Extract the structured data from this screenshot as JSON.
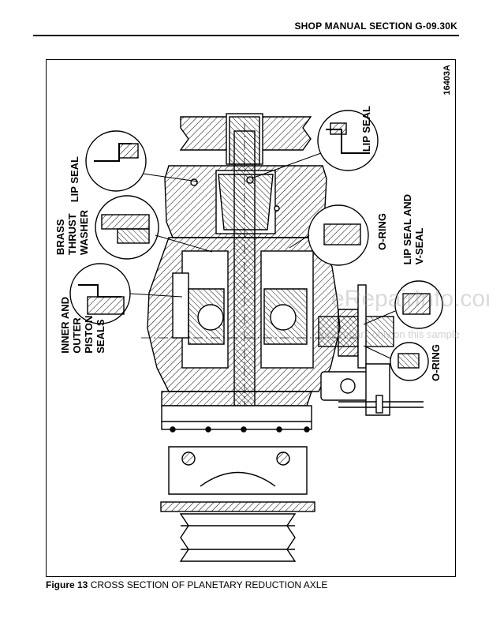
{
  "header": {
    "section": "SHOP MANUAL SECTION G-09.30K"
  },
  "figure": {
    "id": "16403A",
    "labels": {
      "lip_seal_left": "LIP SEAL",
      "lip_seal_right": "LIP SEAL",
      "brass_thrust_washer": "BRASS\nTHRUST\nWASHER",
      "inner_outer_piston_seals": "INNER AND\nOUTER\nPISTON\nSEALS",
      "o_ring_upper": "O-RING",
      "lip_seal_v_seal": "LIP SEAL AND\nV-SEAL",
      "o_ring_lower": "O-RING"
    }
  },
  "caption": {
    "number": "Figure 13",
    "text": " CROSS SECTION OF PLANETARY REDUCTION AXLE"
  },
  "watermark": {
    "main": "eRepairInfo.com",
    "sub": "Watermark only on this sample"
  }
}
